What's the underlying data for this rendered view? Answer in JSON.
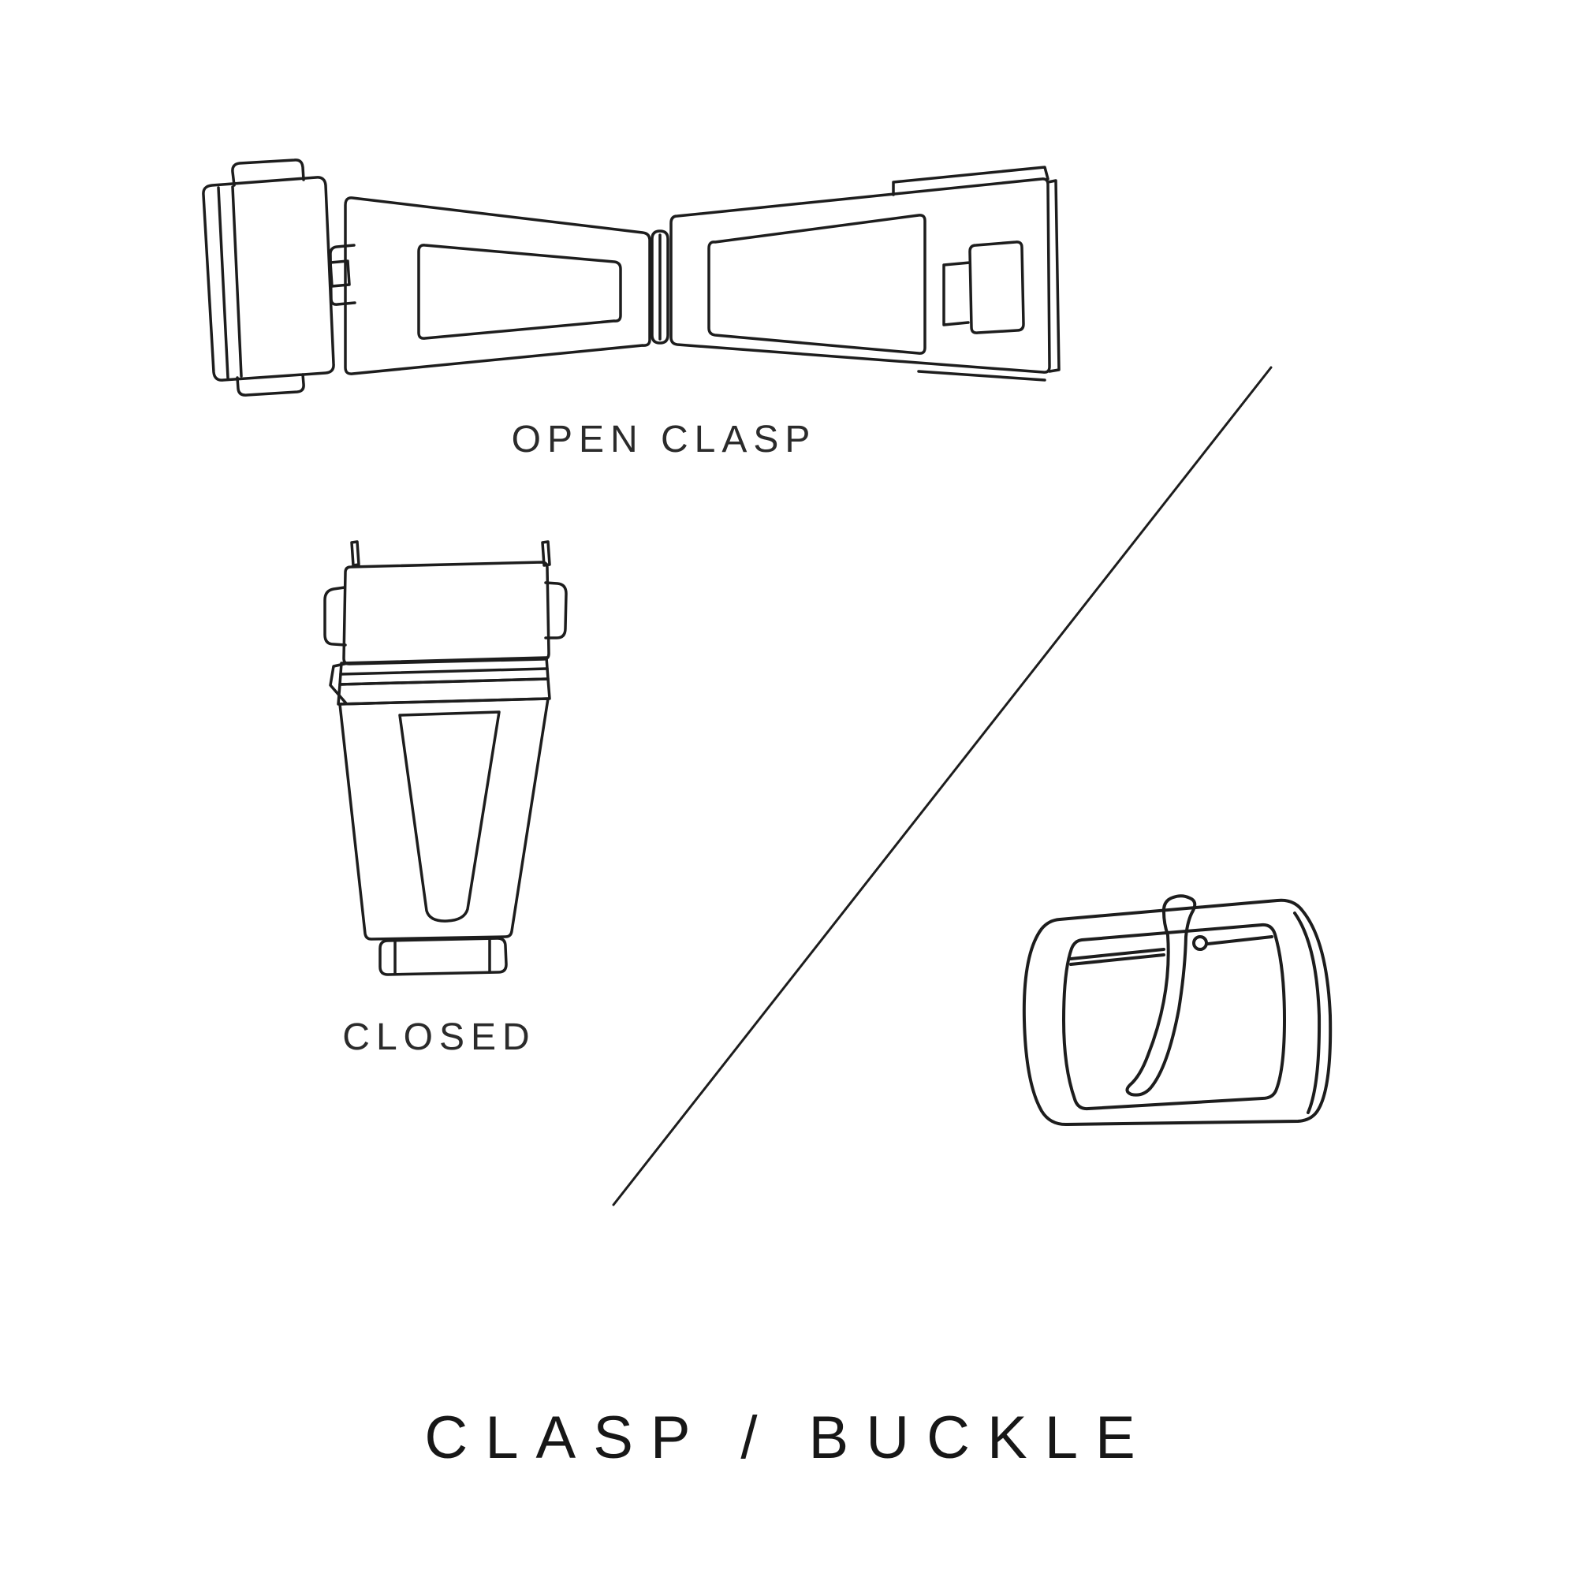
{
  "colors": {
    "background": "#ffffff",
    "line": "#1d1d1d",
    "text": "#2b2b2b",
    "title_text": "#171717"
  },
  "captions": {
    "open_clasp": "OPEN CLASP",
    "closed": "CLOSED"
  },
  "title": "CLASP / BUCKLE",
  "icons": {
    "open_clasp_illustration": "open-deployant-clasp-line-drawing",
    "closed_clasp_illustration": "closed-clasp-line-drawing",
    "buckle_illustration": "tang-buckle-line-drawing",
    "divider": "diagonal-divider-line"
  }
}
